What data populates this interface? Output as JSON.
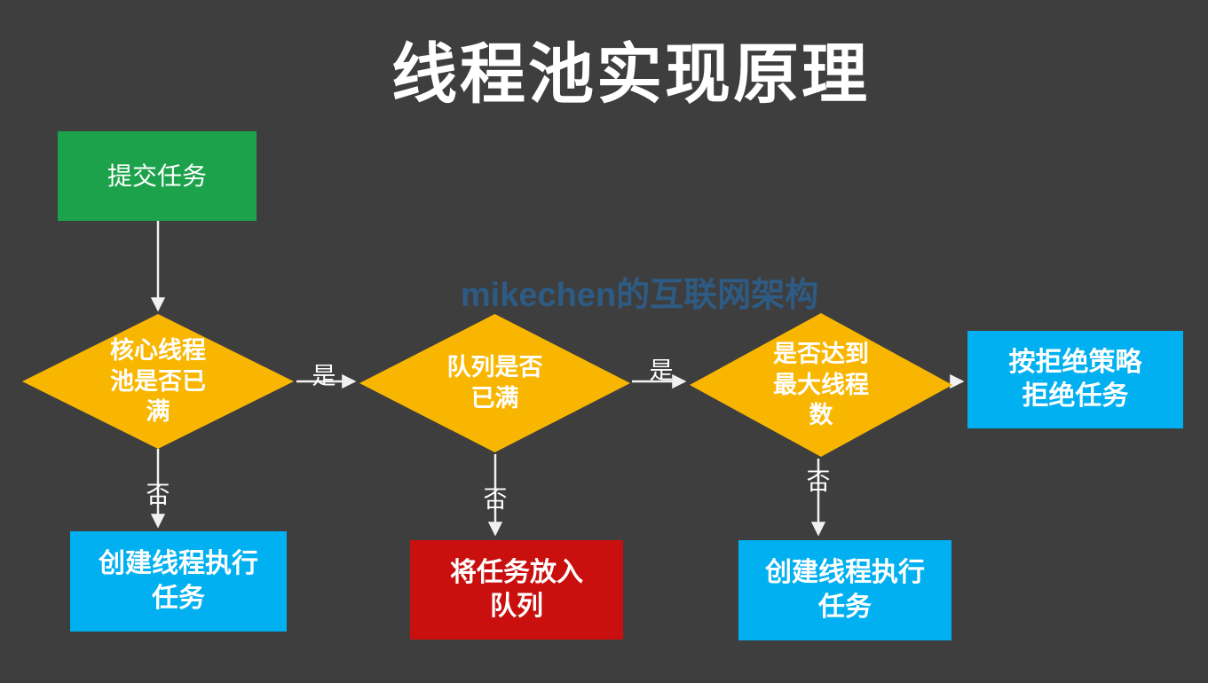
{
  "title": "线程池实现原理",
  "watermark": "mikechen的互联网架构",
  "colors": {
    "background": "#3E3E3E",
    "start_green": "#1CA24B",
    "decision_yellow": "#F8B600",
    "action_blue": "#00B0F0",
    "queue_red": "#C9100E",
    "watermark_blue": "#2E5B84",
    "arrow_white": "#F1F1F1",
    "text_white": "#FFFFFF"
  },
  "nodes": {
    "start": {
      "label": "提交任务"
    },
    "core_pool_full": {
      "label": "核心线程\n池是否已\n满"
    },
    "queue_full": {
      "label": "队列是否\n已满"
    },
    "max_threads": {
      "label": "是否达到\n最大线程\n数"
    },
    "reject": {
      "label": "按拒绝策略\n拒绝任务"
    },
    "create_thread_left": {
      "label": "创建线程执行\n任务"
    },
    "enqueue": {
      "label": "将任务放入\n队列"
    },
    "create_thread_right": {
      "label": "创建线程执行\n任务"
    }
  },
  "edge_labels": {
    "yes1": "是",
    "yes2": "是",
    "no1": "否",
    "no2": "否",
    "no3": "否"
  }
}
